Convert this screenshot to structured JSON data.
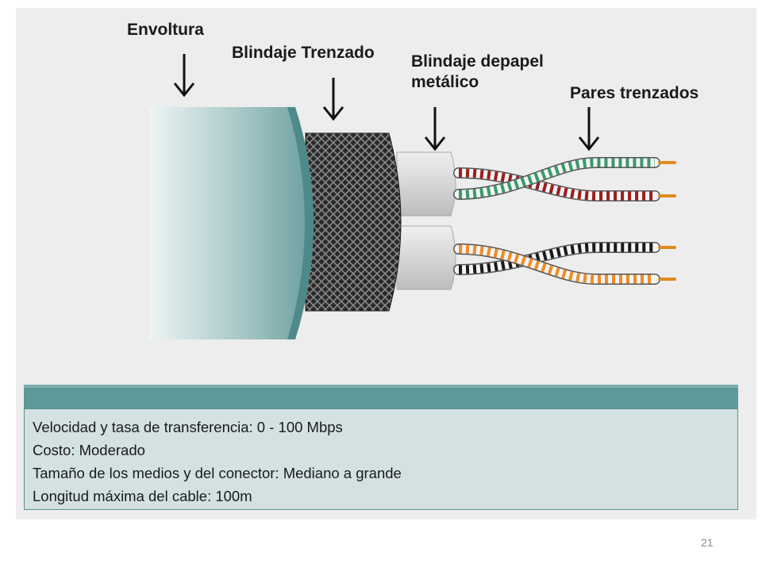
{
  "labels": {
    "jacket": "Envoltura",
    "braided_shield": "Blindaje Trenzado",
    "foil_shield_line1": "Blindaje depapel",
    "foil_shield_line2": "metálico",
    "twisted_pairs": "Pares trenzados"
  },
  "wire_pairs": [
    {
      "wire_a_color": "#9a1f1f",
      "wire_b_color": "#3a9a6a"
    },
    {
      "wire_a_color": "#1a1a1a",
      "wire_b_color": "#f08c28"
    }
  ],
  "colors": {
    "jacket": "#6aa3a3",
    "braid": "#2a2a2a",
    "foil": "#d0d0d0",
    "copper": "#e08a20",
    "info_header": "#5f9898",
    "info_box": "#d3e1e1"
  },
  "info": {
    "speed": "Velocidad y tasa de transferencia: 0 - 100 Mbps",
    "cost": "Costo: Moderado",
    "size": "Tamaño de los medios y del conector:  Mediano a grande",
    "max_length": "Longitud máxima del cable:  100m"
  },
  "page_number": "21"
}
